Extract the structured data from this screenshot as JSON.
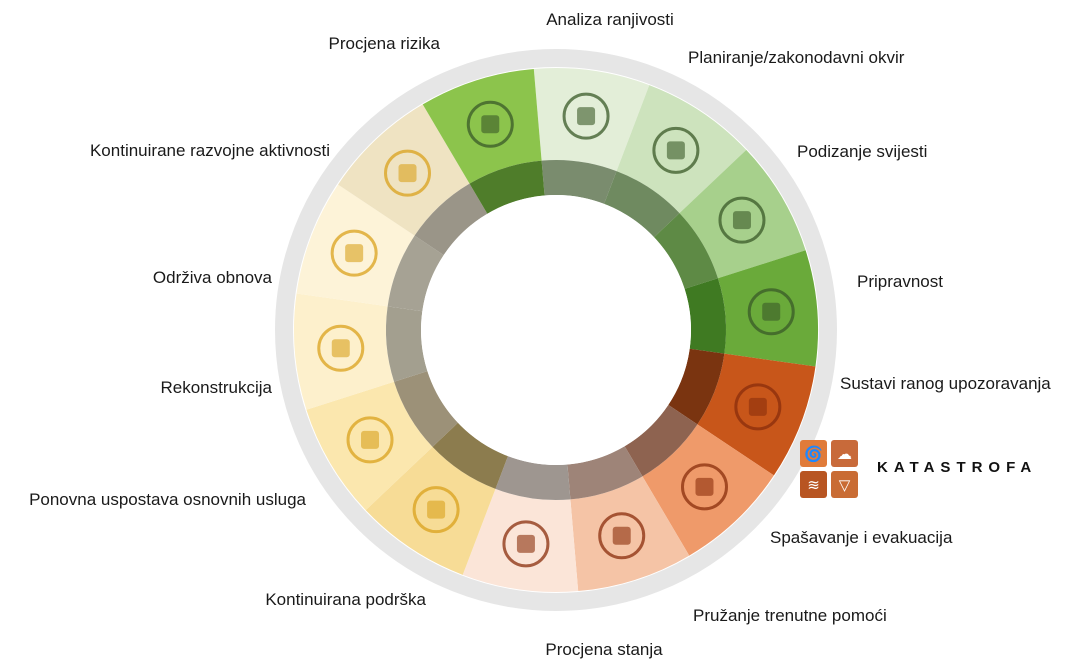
{
  "segments": [
    {
      "label": "Analiza ranjivosti",
      "icon": "clipboard-warning-icon",
      "color": "#e3eed8",
      "inner": "#7a8c6e"
    },
    {
      "label": "Planiranje/zakonodavni okvir",
      "icon": "open-book-icon",
      "color": "#cde3bd",
      "inner": "#6f8a60"
    },
    {
      "label": "Podizanje svijesti",
      "icon": "training-audience-icon",
      "color": "#a7d08c",
      "inner": "#5e8a45"
    },
    {
      "label": "Pripravnost",
      "icon": "team-check-icon",
      "color": "#6aaa3a",
      "inner": "#3f7a22"
    },
    {
      "label": "Sustavi ranog upozoravanja",
      "icon": "speaker-alarm-icon",
      "color": "#c8561a",
      "inner": "#7a3410"
    },
    {
      "label": "Spašavanje i evakuacija",
      "icon": "lifebuoy-icon",
      "color": "#ef9a6a",
      "inner": "#8e6350"
    },
    {
      "label": "Pružanje trenutne pomoći",
      "icon": "aid-distribution-icon",
      "color": "#f5c4a6",
      "inner": "#9e8478"
    },
    {
      "label": "Procjena stanja",
      "icon": "house-inspection-icon",
      "color": "#fbe5d8",
      "inner": "#9e9690"
    },
    {
      "label": "Kontinuirana podrška",
      "icon": "support-person-icon",
      "color": "#f7dc96",
      "inner": "#8c7c4e"
    },
    {
      "label": "Ponovna uspostava osnovnih usluga",
      "icon": "delivery-truck-icon",
      "color": "#fbe7ae",
      "inner": "#9c9178"
    },
    {
      "label": "Rekonstrukcija",
      "icon": "box-cycle-icon",
      "color": "#fdf0cc",
      "inner": "#a39f8f"
    },
    {
      "label": "Održiva obnova",
      "icon": "growth-gear-icon",
      "color": "#fdf3d8",
      "inner": "#a6a294"
    },
    {
      "label": "Kontinuirane razvojne aktivnosti",
      "icon": "umbrella-growth-icon",
      "color": "#efe3c2",
      "inner": "#9a9588"
    },
    {
      "label": "Procjena rizika",
      "icon": "risk-search-icon",
      "color": "#8cc44c",
      "inner": "#4f7d2a"
    }
  ],
  "ring_color": "#e6e6e6",
  "icon_color": "#d9a21c",
  "katastrofa": {
    "label": "KATASTROFA",
    "tile_colors": [
      "#e07b3a",
      "#c86a3a",
      "#b85522",
      "#c96c34"
    ]
  }
}
